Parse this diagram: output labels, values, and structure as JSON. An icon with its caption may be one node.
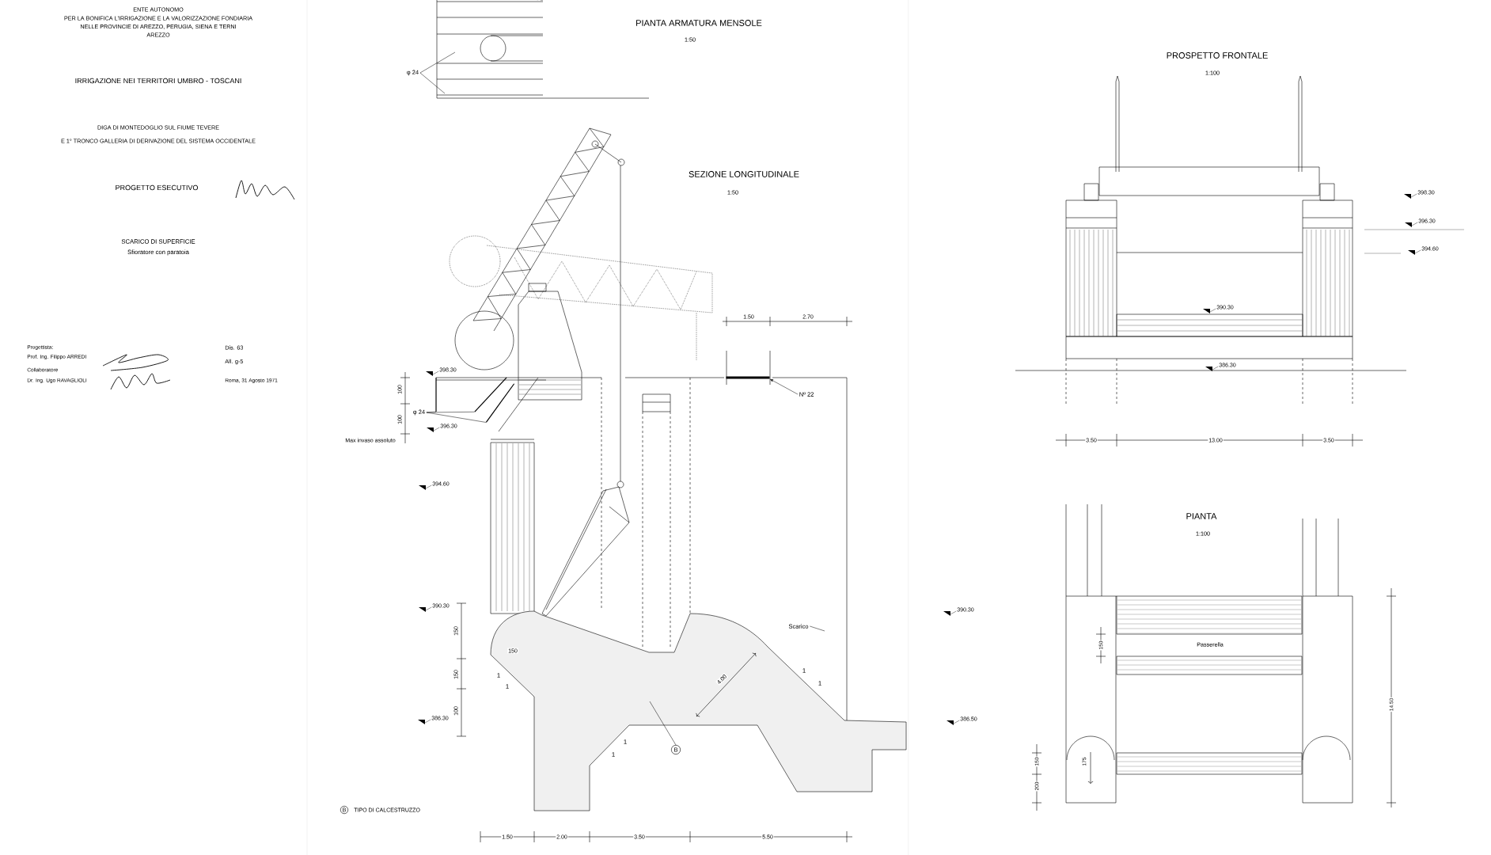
{
  "diagram": {
    "nodes": [
      {
        "text": [
          "φ 24"
        ]
      },
      {
        "text": [
          "Nº 22"
        ]
      },
      {
        "text": [
          "φ 24"
        ]
      },
      {
        "text": [
          "B"
        ]
      },
      {
        "text": [],
        "shape": "bar"
      },
      {
        "text": [
          "Scarico"
        ]
      },
      {
        "text": [],
        "shape": "bar"
      },
      {
        "text": [],
        "shape": "bar"
      },
      {
        "text": [],
        "shape": "bar"
      }
    ],
    "edges": [
      {
        "from": 0,
        "to": null,
        "arrow": "none"
      },
      {
        "from": 0,
        "to": null,
        "arrow": "none"
      },
      {
        "from": 1,
        "to": 4,
        "arrow": "to"
      },
      {
        "from": 2,
        "to": 6,
        "arrow": "none"
      },
      {
        "from": 2,
        "to": 7,
        "arrow": "none"
      },
      {
        "from": 2,
        "to": 8,
        "arrow": "none"
      },
      {
        "from": 3,
        "to": null,
        "arrow": "none"
      },
      {
        "from": 5,
        "to": null,
        "arrow": "none"
      }
    ],
    "labels": [
      "ENTE AUTONOMO",
      "PER LA BONIFICA L'IRRIGAZIONE E LA VALORIZZAZIONE FONDIARIA",
      "NELLE PROVINCIE DI AREZZO, PERUGIA, SIENA E TERNI",
      "AREZZO",
      "IRRIGAZIONE NEI TERRITORI UMBRO - TOSCANI",
      "DIGA DI MONTEDOGLIO SUL FIUME TEVERE",
      "E 1° TRONCO GALLERIA DI DERIVAZIONE DEL SISTEMA OCCIDENTALE",
      "PROGETTO ESECUTIVO",
      "SCARICO DI SUPERFICIE",
      "Sfioratore con paratoia",
      "Progettista:",
      "Prof. Ing. Filippo ARREDI",
      "Collaboratore",
      "Dr. Ing. Ugo RAVAGLIOLI",
      "Dis. 63",
      "All. g-5",
      "Roma, 31 Agosto 1971",
      "PIANTA ARMATURA MENSOLE",
      "1:50",
      "SEZIONE LONGITUDINALE",
      "1:50",
      "1.50",
      "2.70",
      "398.30",
      "100",
      "100",
      "396.30",
      "Max invaso assoluto",
      "394.60",
      "390.30",
      "150",
      "150",
      "390.30",
      "1",
      "1",
      "1",
      "1",
      "4.00",
      "150",
      "100",
      "386.30",
      "386.50",
      "1",
      "1",
      "B",
      "TIPO DI CALCESTRUZZO",
      "1.50",
      "2.00",
      "3.50",
      "5.50",
      "PROSPETTO FRONTALE",
      "1:100",
      "398.30",
      "396.30",
      "394.60",
      "390.30",
      "386.30",
      "3.50",
      "13.00",
      "3.50",
      "PIANTA",
      "1:100",
      "150",
      "Passerella",
      "150",
      "175",
      "200",
      "14.50"
    ]
  }
}
